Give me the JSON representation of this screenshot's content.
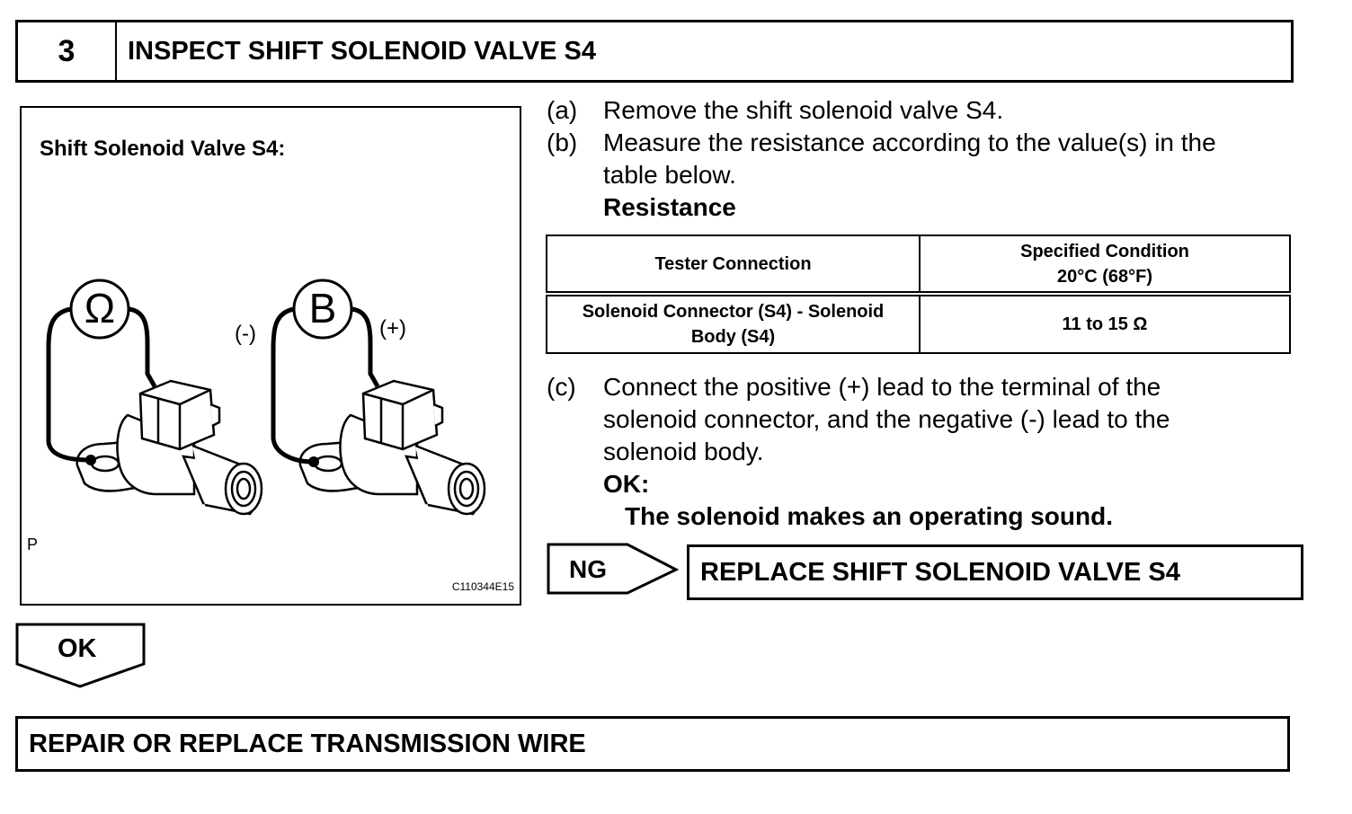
{
  "header": {
    "step_number": "3",
    "title": "INSPECT SHIFT SOLENOID VALVE S4"
  },
  "figure": {
    "title": "Shift Solenoid Valve S4:",
    "ohmmeter_symbol": "Ω",
    "battery_symbol": "B",
    "negative_label": "(-)",
    "positive_label": "(+)",
    "corner_mark": "P",
    "code": "C110344E15"
  },
  "steps": {
    "a": {
      "letter": "(a)",
      "line1": "Remove the shift solenoid valve S4."
    },
    "b": {
      "letter": "(b)",
      "line1": "Measure the resistance according to the value(s) in the",
      "line2": "table below.",
      "heading": "Resistance"
    },
    "c": {
      "letter": "(c)",
      "line1": "Connect the positive (+) lead to the terminal of the",
      "line2": "solenoid connector, and the negative (-) lead to the",
      "line3": "solenoid body.",
      "ok_label": "OK:",
      "ok_text": "The solenoid makes an operating sound."
    }
  },
  "table": {
    "header_col1": "Tester Connection",
    "header_col2_line1": "Specified Condition",
    "header_col2_line2": "20°C (68°F)",
    "row1_col1_line1": "Solenoid Connector (S4) - Solenoid",
    "row1_col1_line2": "Body (S4)",
    "row1_col2": "11 to 15 Ω"
  },
  "results": {
    "ng_label": "NG",
    "ng_action": "REPLACE SHIFT SOLENOID VALVE S4",
    "ok_label": "OK",
    "ok_action": "REPAIR OR REPLACE TRANSMISSION WIRE"
  }
}
